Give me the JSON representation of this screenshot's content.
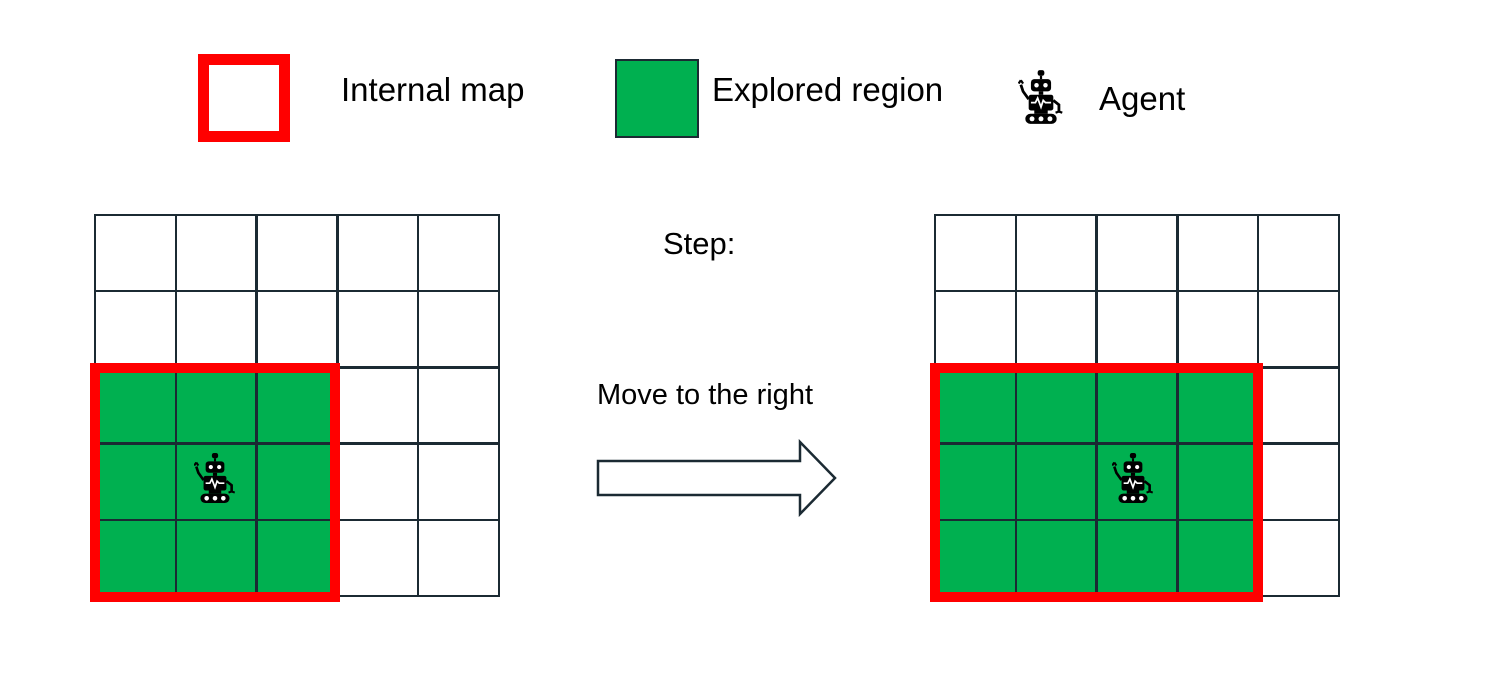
{
  "colors": {
    "internal_map": "#ff0000",
    "explored": "#00b050",
    "grid_line": "#1b2a33",
    "arrow_stroke": "#1b2a33"
  },
  "legend": {
    "internal_map_label": "Internal map",
    "explored_region_label": "Explored region",
    "agent_label": "Agent",
    "agent_icon": "robot-icon"
  },
  "step": {
    "title": "Step:",
    "action_label": "Move to the right",
    "arrow_icon": "right-arrow-icon"
  },
  "grids": {
    "rows": 5,
    "cols": 5,
    "before": {
      "explored_rows": [
        2,
        4
      ],
      "explored_cols": [
        0,
        2
      ],
      "agent_cell": [
        3,
        1
      ]
    },
    "after": {
      "explored_rows": [
        2,
        4
      ],
      "explored_cols": [
        0,
        3
      ],
      "agent_cell": [
        3,
        2
      ]
    }
  }
}
